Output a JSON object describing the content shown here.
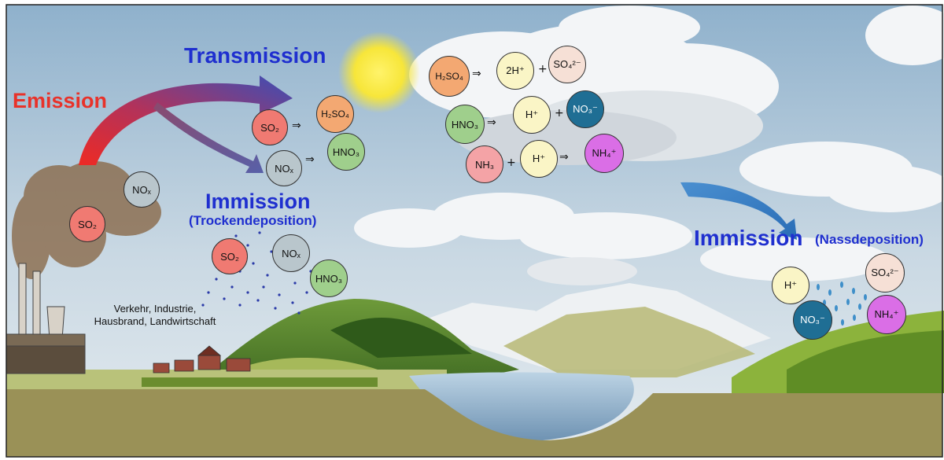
{
  "labels": {
    "emission": "Emission",
    "transmission": "Transmission",
    "immission_dry": "Immission",
    "immission_dry_sub": "(Trockendeposition)",
    "immission_wet": "Immission",
    "immission_wet_sub": "(Nassdeposition)",
    "sources_line1": "Verkehr, Industrie,",
    "sources_line2": "Hausbrand, Landwirtschaft"
  },
  "operators": {
    "arrow": "⇒",
    "plus": "+"
  },
  "molecules": {
    "smoke_nox": "NOₓ",
    "smoke_so2": "SO₂",
    "trans_so2": "SO₂",
    "trans_h2so4": "H₂SO₄",
    "trans_nox": "NOₓ",
    "trans_hno3": "HNO₃",
    "dry_so2": "SO₂",
    "dry_nox": "NOₓ",
    "dry_hno3": "HNO₃",
    "cloud_h2so4": "H₂SO₄",
    "cloud_2h": "2H⁺",
    "cloud_so4": "SO₄²⁻",
    "cloud_hno3": "HNO₃",
    "cloud_h": "H⁺",
    "cloud_no3": "NO₃⁻",
    "cloud_nh3": "NH₃",
    "cloud_h2": "H⁺",
    "cloud_nh4": "NH₄⁺",
    "wet_h": "H⁺",
    "wet_so4": "SO₄²⁻",
    "wet_no3": "NO₃⁻",
    "wet_nh4": "NH₄⁺"
  },
  "colors": {
    "emission": "#e8322a",
    "transmission_text": "#1f2fcf",
    "immission_text": "#1f2fcf",
    "so2_fill": "#f07a72",
    "nox_fill": "#b9c6cc",
    "h2so4_fill": "#f3a872",
    "hno3_fill": "#9fcf8c",
    "h_fill": "#faf5c6",
    "so4_fill": "#f6e0d6",
    "no3_fill": "#1f6e94",
    "nh3_fill": "#f4a3a6",
    "nh4_fill": "#da6ee6"
  }
}
